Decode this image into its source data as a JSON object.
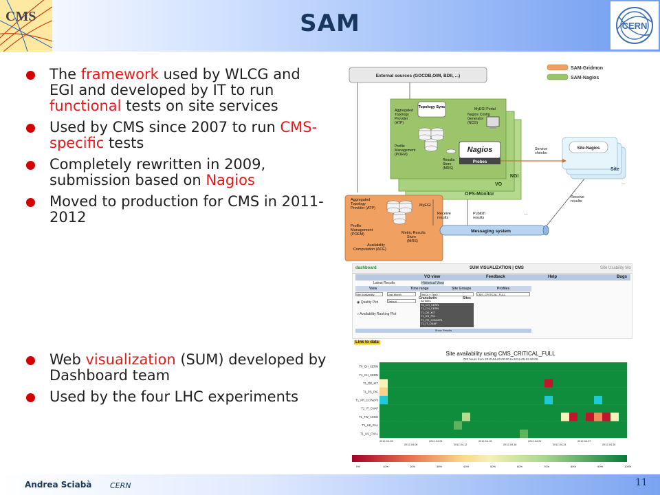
{
  "slide": {
    "title": "SAM",
    "author": "Andrea Sciabà",
    "organization": "CERN",
    "page_number": "11"
  },
  "logos": {
    "left": "CMS",
    "right": "CERN"
  },
  "bullets_top": [
    {
      "parts": [
        {
          "t": "The "
        },
        {
          "t": "framework",
          "red": true
        },
        {
          "t": " used by WLCG and EGI and developed by IT to run "
        },
        {
          "t": "functional",
          "red": true
        },
        {
          "t": " tests on site services"
        }
      ]
    },
    {
      "parts": [
        {
          "t": "Used by CMS since 2007 to run "
        },
        {
          "t": "CMS-specific",
          "red": true
        },
        {
          "t": " tests"
        }
      ]
    },
    {
      "parts": [
        {
          "t": "Completely rewritten in 2009, submission based on "
        },
        {
          "t": "Nagios",
          "red": true
        }
      ]
    },
    {
      "parts": [
        {
          "t": "Moved to production for CMS in 2011-2012"
        }
      ]
    }
  ],
  "bullets_bottom": [
    {
      "parts": [
        {
          "t": "Web "
        },
        {
          "t": "visualization",
          "red": true
        },
        {
          "t": " (SUM) developed by Dashboard team"
        }
      ]
    },
    {
      "parts": [
        {
          "t": "Used by the four LHC experiments"
        }
      ]
    }
  ],
  "diagram": {
    "legend": [
      {
        "label": "SAM-Gridmon",
        "color": "#f0a060"
      },
      {
        "label": "SAM-Nagios",
        "color": "#9cc46a"
      }
    ],
    "external_sources": "External sources (GOCDB,OIM, BDII, ...)",
    "topology_sync": "Topology\nSync",
    "atp_inner": "Aggregated\nTopology\nProvider\n(ATP)",
    "poem_inner": "Profile\nManagement\n(POEM)",
    "myegi_portal": "MyEGI Portal",
    "ncg": "Nagios Config\nGenerator\n(NCG)",
    "nagios": "Nagios",
    "probes": "Probes",
    "results_store": "Results\nStore\n(MRS)",
    "ngi": "NGI",
    "vo": "VO",
    "ops_monitor": "OPS-Monitor",
    "service_checks": "Service\nchecks",
    "site_nagios": "Site-Nagios",
    "site": "Site",
    "receive_results_right": "Receive\nresults",
    "atp_outer": "Aggregated\nTopology\nProvider (ATP)",
    "myegi": "MyEGI",
    "poem_outer": "Profile\nManagement\n(POEM)",
    "mrs_outer": "Metric Results\nStore\n(MRS)",
    "ace": "Availability\nComputation (ACE)",
    "receive_results_left": "Receive\nresults",
    "publish_results": "Publish\nresults",
    "messaging": "Messaging system",
    "ellipsis": "..."
  },
  "sum_ui": {
    "header_left": "dashboard",
    "header_center": "SUM VISUALIZATION | CMS",
    "header_right": "Site Usability Mo",
    "vo_view": "VO view",
    "latest_results": "Latest Results",
    "historical_view": "Historical View",
    "menu": [
      "Feedback",
      "Help",
      "Bugs"
    ],
    "cols": [
      "View",
      "Time range",
      "Site Groups",
      "Profiles"
    ],
    "view_value": "Site Availability",
    "time_value": "Last Month",
    "group_value": "Tier1s + Tier0",
    "profile_value": "CMS_CRITICAL_FULL",
    "granularity": "Granularity",
    "sites": "Sites",
    "gran_value": "Default",
    "sites_list": [
      "All Sites",
      "T0_CH_CERN",
      "T1_CH_CERN",
      "T1_DE_KIT",
      "T1_ES_PIC",
      "T1_FR_CCIN2P3",
      "T1_IT_CNAF"
    ],
    "quality_plot": "Quality Plot",
    "ranking_plot": "Availability Ranking Plot",
    "show_results": "Show Results",
    "link_to_data": "Link to data"
  },
  "chart_data": {
    "type": "heatmap",
    "title": "Site availability using CMS_CRITICAL_FULL",
    "subtitle": "720 hours from 2012-04-03 00:00 to 2012-05-03 00:00",
    "rows": [
      "T0_CH_CERN",
      "T1_CH_CERN",
      "T1_DE_KIT",
      "T1_ES_PIC",
      "T1_FR_CCIN2P3",
      "T1_IT_CNAF",
      "T1_TW_ASGC",
      "T1_UK_RAL",
      "T1_US_FNAL"
    ],
    "x_ticks": [
      "2012-04-03",
      "2012-04-06",
      "2012-04-09",
      "2012-04-12",
      "2012-04-15",
      "2012-04-18",
      "2012-04-21",
      "2012-04-24",
      "2012-04-27",
      "2012-04-30"
    ],
    "n_columns": 30,
    "default_value": 100,
    "special_cells": [
      {
        "row": 2,
        "col": 0,
        "value": 60
      },
      {
        "row": 3,
        "col": 0,
        "value": 40
      },
      {
        "row": 4,
        "col": 0,
        "value": -1
      },
      {
        "row": 2,
        "col": 20,
        "value": 5
      },
      {
        "row": 4,
        "col": 20,
        "value": -1
      },
      {
        "row": 4,
        "col": 26,
        "value": -1
      },
      {
        "row": 6,
        "col": 10,
        "value": 70
      },
      {
        "row": 6,
        "col": 22,
        "value": 60
      },
      {
        "row": 6,
        "col": 23,
        "value": 5
      },
      {
        "row": 6,
        "col": 25,
        "value": 5
      },
      {
        "row": 6,
        "col": 26,
        "value": 30
      },
      {
        "row": 6,
        "col": 27,
        "value": 5
      },
      {
        "row": 6,
        "col": 28,
        "value": 60
      },
      {
        "row": 7,
        "col": 9,
        "value": 90
      },
      {
        "row": 8,
        "col": 17,
        "value": 90
      }
    ],
    "colorbar_ticks": [
      "0%",
      "10%",
      "20%",
      "30%",
      "40%",
      "50%",
      "60%",
      "70%",
      "80%",
      "90%",
      "100%"
    ],
    "colors": {
      "low": "#c0152a",
      "mid": "#f5f0b4",
      "high": "#0f8c3c",
      "na": "#1ec9d8"
    }
  }
}
